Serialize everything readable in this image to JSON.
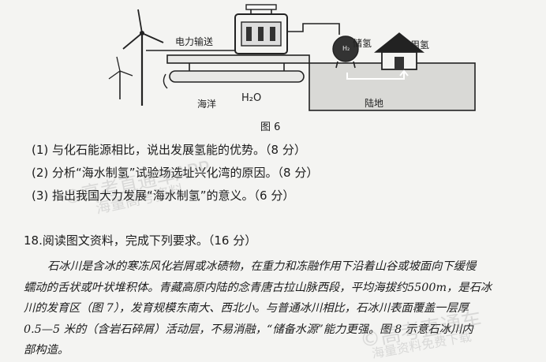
{
  "figure": {
    "labels": {
      "power_transmission": "电力输送",
      "hydrogen_storage": "储氢",
      "hydrogen_use": "用氢",
      "ocean": "海洋",
      "water": "H₂O",
      "land": "陆地",
      "h2_tank": "H₂"
    },
    "caption": "图 6"
  },
  "questions": [
    "(1) 与化石能源相比，说出发展氢能的优势。（8 分）",
    "(2) 分析“海水制氢”试验场选址兴化湾的原因。（8 分）",
    "(3) 指出我国大力发展“海水制氢”的意义。（6 分）"
  ],
  "section18": {
    "heading": "18.阅读图文资料，完成下列要求。（16 分）",
    "lines": [
      "石冰川是含冰的寒冻风化岩屑或冰碛物，在重力和冻融作用下沿着山谷或坡面向下缓慢",
      "蠕动的舌状或叶状堆积体。青藏高原内陆的念青唐古拉山脉西段，平均海拔约5500m，是石冰",
      "川的发育区（图 7），发育规模东南大、西北小。与普通冰川相比，石冰川表面覆盖一层厚",
      "0.5—5 米的（含岩石碎屑）活动层，不易消融，“储备水源”能力更强。图 8 示意石冰川内",
      "部构造。"
    ]
  },
  "watermarks": [
    "©高考直通车APP",
    "海量高考资料",
    "©高考直通车",
    "海量资料免费下载"
  ]
}
